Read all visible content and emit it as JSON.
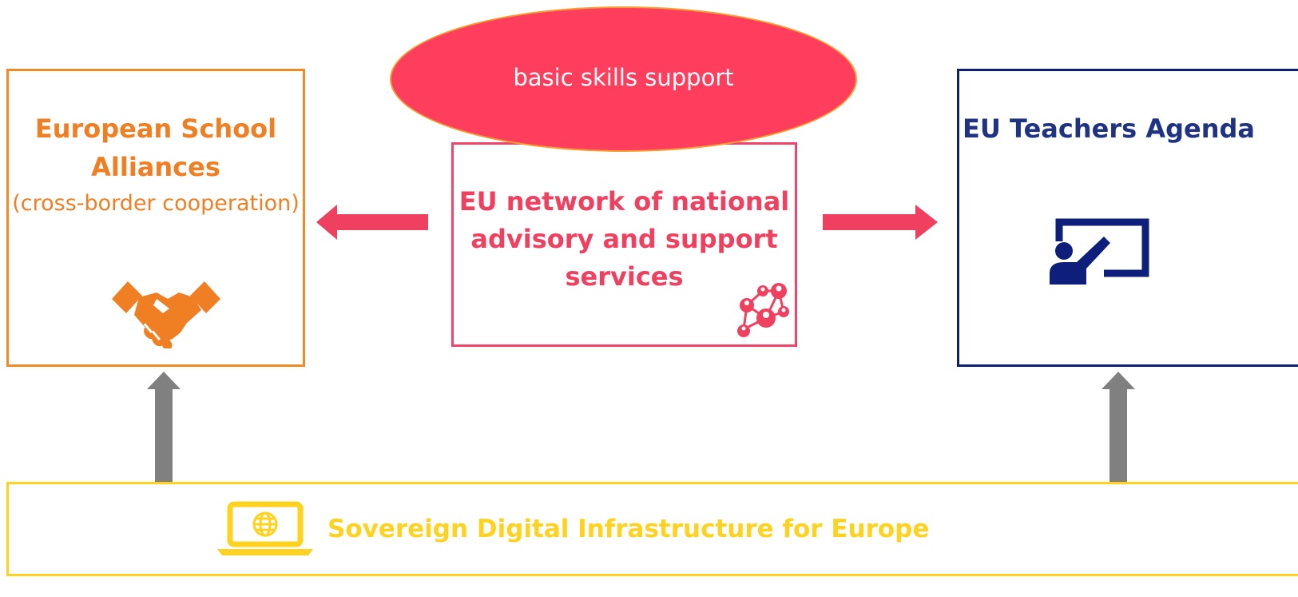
{
  "diagram": {
    "left_box": {
      "title": "European School Alliances",
      "subtitle": "(cross-border cooperation)",
      "icon": "handshake-icon",
      "color": "#f07e22"
    },
    "center_box": {
      "title": "EU network of national advisory and support services",
      "icon": "network-people-icon",
      "color": "#f0405f"
    },
    "ellipse": {
      "label": "basic skills support",
      "color": "#ff3e5e"
    },
    "right_box": {
      "title": "EU Teachers Agenda",
      "icon": "teacher-board-icon",
      "color": "#1f3382"
    },
    "bottom_bar": {
      "label": "Sovereign Digital Infrastructure for Europe",
      "icon": "laptop-globe-icon",
      "color": "#ffd21f"
    },
    "arrow_colors": {
      "horizontal": "#f0405f",
      "vertical": "#808080"
    }
  }
}
